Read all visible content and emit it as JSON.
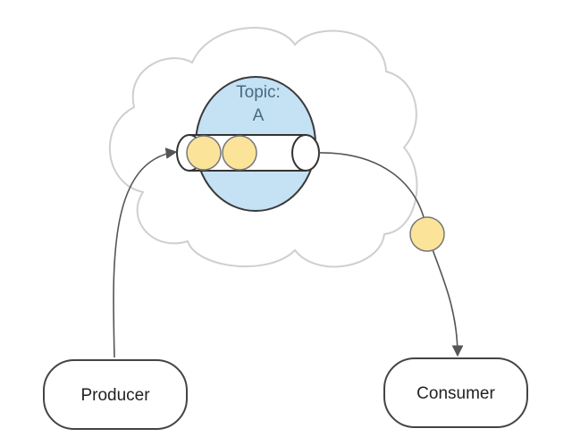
{
  "diagram": {
    "topic": {
      "line1": "Topic:",
      "line2": "A"
    },
    "producer": {
      "label": "Producer"
    },
    "consumer": {
      "label": "Consumer"
    }
  },
  "colors": {
    "cloud_stroke": "#cfcfcf",
    "topic_fill": "#c5e1f4",
    "topic_stroke": "#3a3a3a",
    "topic_text": "#4a6a80",
    "message_fill": "#fbe49a",
    "message_stroke": "#777777",
    "node_stroke": "#444444",
    "arrow": "#555555",
    "text": "#222222"
  }
}
